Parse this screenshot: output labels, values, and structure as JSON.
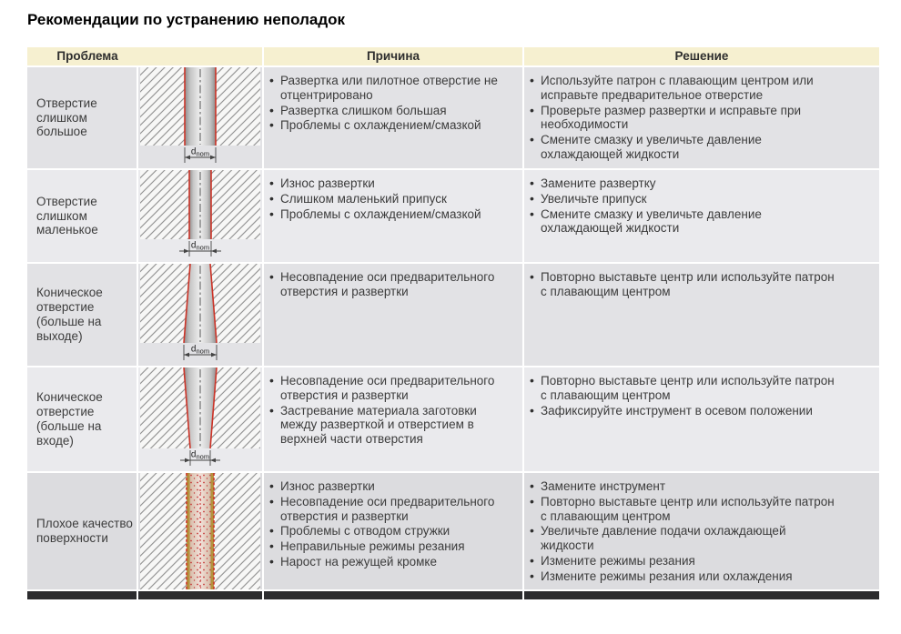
{
  "page": {
    "title": "Рекомендации по устранению неполадок"
  },
  "table": {
    "headers": [
      "Проблема",
      "Причина",
      "Решение"
    ],
    "dim": {
      "label": "d",
      "sub": "nom"
    },
    "rows": [
      {
        "problem": "Отверстие слишком большое",
        "diagram": "straight-large",
        "causes": [
          "Развертка или пилотное отверстие не отцентрировано",
          "Развертка слишком большая",
          "Проблемы с охлаждением/смазкой"
        ],
        "solutions": [
          "Используйте патрон с плавающим центром или исправьте предварительное отверстие",
          "Проверьте размер развертки и исправьте при необходимости",
          "Смените смазку и увеличьте давление охлаждающей жидкости"
        ]
      },
      {
        "problem": "Отверстие слишком маленькое",
        "diagram": "straight-small",
        "causes": [
          "Износ развертки",
          "Слишком маленький припуск",
          "Проблемы с охлаждением/смазкой"
        ],
        "solutions": [
          "Замените развертку",
          "Увеличьте припуск",
          "Смените смазку и увеличьте давление охлаждающей жидкости"
        ]
      },
      {
        "problem": "Коническое отверстие (больше на выходе)",
        "diagram": "taper-exit",
        "causes": [
          "Несовпадение оси предварительного отверстия и развертки"
        ],
        "solutions": [
          "Повторно выставьте центр или используйте патрон с плавающим центром"
        ]
      },
      {
        "problem": "Коническое отверстие (больше на входе)",
        "diagram": "taper-entry",
        "causes": [
          "Несовпадение оси предварительного отверстия и развертки",
          "Застревание материала заготовки между разверткой и отверстием в верхней части отверстия"
        ],
        "solutions": [
          "Повторно выставьте центр или используйте патрон с плавающим центром",
          "Зафиксируйте инструмент в осевом положении"
        ]
      },
      {
        "problem": "Плохое качество поверхности",
        "diagram": "rough",
        "causes": [
          "Износ развертки",
          "Несовпадение оси предварительного отверстия и развертки",
          "Проблемы с отводом стружки",
          "Неправильные режимы резания",
          "Нарост на режущей кромке"
        ],
        "solutions": [
          "Замените инструмент",
          "Повторно выставьте центр или используйте патрон с плавающим центром",
          "Увеличьте давление подачи охлаждающей жидкости",
          "Измените режимы резания",
          "Измените режимы резания или охлаждения"
        ]
      }
    ]
  }
}
